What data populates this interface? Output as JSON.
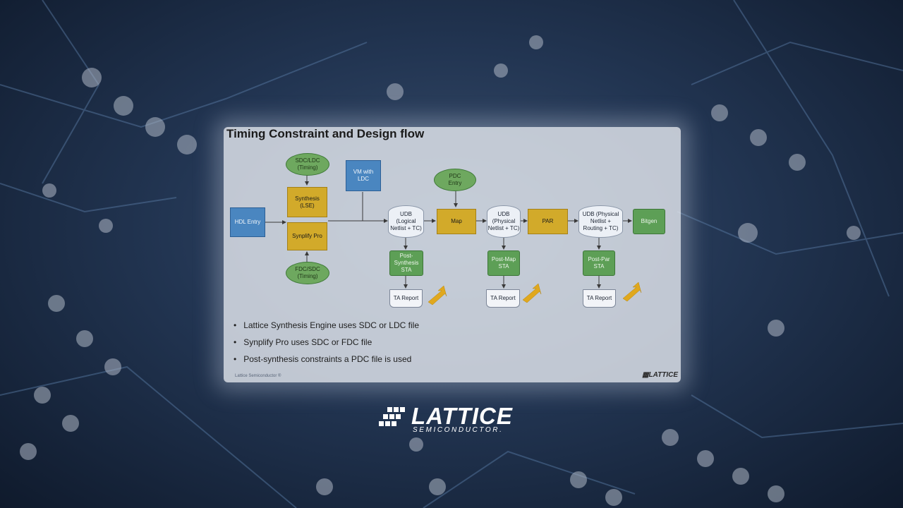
{
  "slide": {
    "title": "Timing Constraint and Design flow",
    "flow": {
      "hdl_entry": "HDL Entry",
      "sdc_ldc": "SDC/LDC\n(Timing)",
      "synthesis": "Synthesis\n(LSE)",
      "synplify": "Synplify Pro",
      "fdc_sdc": "FDC/SDC\n(Timing)",
      "vm_ldc": "VM with\nLDC",
      "udb_logical": "UDB\n(Logical\nNetlist + TC)",
      "post_synthesis": "Post-\nSynthesis\nSTA",
      "ta_report_1": "TA Report",
      "pdc_entry": "PDC\nEntry",
      "map": "Map",
      "udb_physical": "UDB\n(Physical\nNetlist + TC)",
      "post_map": "Post-Map\nSTA",
      "ta_report_2": "TA Report",
      "par": "PAR",
      "udb_routing": "UDB (Physical\nNetlist +\nRouting + TC)",
      "post_par": "Post-Par\nSTA",
      "ta_report_3": "TA Report",
      "bitgen": "Bitgen"
    },
    "bullets": [
      "Lattice Synthesis Engine uses SDC or LDC file",
      "Synplify Pro uses SDC or FDC file",
      "Post-synthesis constraints a PDC file is used"
    ],
    "footer_left": "Lattice Semiconductor ®",
    "footer_logo": "LATTICE"
  },
  "brand": {
    "name": "LATTICE",
    "sub": "SEMICONDUCTOR."
  },
  "colors": {
    "blue_box": "#4a86c0",
    "gold_box": "#d2aa2a",
    "green_box": "#5d9f56",
    "background": "#1c2c44"
  }
}
